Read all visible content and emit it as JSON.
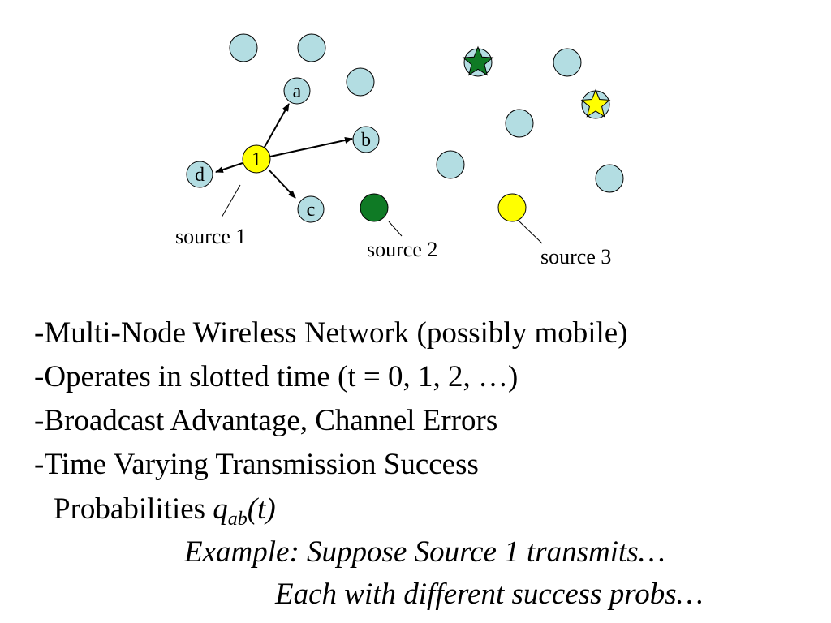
{
  "colors": {
    "plain_node": "#b3dde2",
    "source1_node": "#ffff00",
    "source2_node": "#0f7a25",
    "source3_node": "#ffff00",
    "star_green": "#0f7a25",
    "star_yellow": "#ffff00"
  },
  "diagram": {
    "nodes": {
      "source1": "1",
      "a": "a",
      "b": "b",
      "c": "c",
      "d": "d"
    },
    "source_labels": {
      "source1": "source 1",
      "source2": "source 2",
      "source3": "source 3"
    },
    "icons": [
      "star-green-icon",
      "star-yellow-icon"
    ]
  },
  "bullets": [
    "-Multi-Node Wireless Network (possibly mobile)",
    "-Operates in slotted time (t = 0, 1, 2, …)",
    "-Broadcast Advantage, Channel Errors",
    "-Time Varying Transmission Success"
  ],
  "continuation": {
    "prefix": "Probabilities ",
    "symbol": "q",
    "subscript": "ab",
    "suffix": "(t)"
  },
  "example": {
    "line1": "Example: Suppose Source 1 transmits…",
    "line2": "Each with different success probs…"
  }
}
